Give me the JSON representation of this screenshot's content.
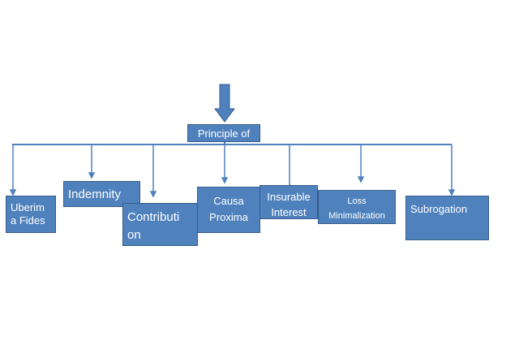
{
  "diagram": {
    "root": {
      "label": "Principle of"
    },
    "nodes": [
      {
        "id": "uberima",
        "label": "Uberim\na Fides"
      },
      {
        "id": "indemnity",
        "label": "Indemnity"
      },
      {
        "id": "contribution",
        "label": "Contributi\non"
      },
      {
        "id": "causa",
        "label": "Causa\nProxima"
      },
      {
        "id": "insurable",
        "label": "Insurable\nInterest"
      },
      {
        "id": "loss",
        "label": "Loss\nMinimalization"
      },
      {
        "id": "subrogation",
        "label": "Subrogation"
      }
    ],
    "colors": {
      "fill": "#4f81bd",
      "border": "#385d8a",
      "connector": "#4f81bd",
      "text": "#ffffff"
    }
  }
}
